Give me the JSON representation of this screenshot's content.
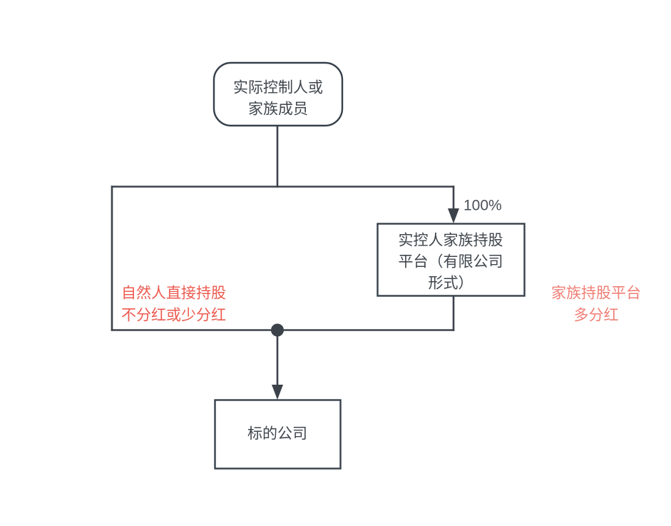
{
  "diagram": {
    "background_color": "#ffffff",
    "line_color": "#3b424a",
    "node_border_color": "#36404a",
    "node_text_color": "#3f464d",
    "annotation_left_color": "#ec5b51",
    "annotation_right_color": "#ef7f76",
    "nodes": {
      "controller": {
        "shape": "rounded-rectangle",
        "line1": "实际控制人或",
        "line2": "家族成员"
      },
      "platform": {
        "shape": "rectangle",
        "line1": "实控人家族持股",
        "line2": "平台（有限公司",
        "line3": "形式）"
      },
      "target": {
        "shape": "rectangle",
        "line1": "标的公司"
      }
    },
    "edge_labels": {
      "ownership_percent": "100%"
    },
    "annotations": {
      "left": {
        "line1": "自然人直接持股",
        "line2": "不分红或少分红"
      },
      "right": {
        "line1": "家族持股平台",
        "line2": "多分红"
      }
    }
  }
}
